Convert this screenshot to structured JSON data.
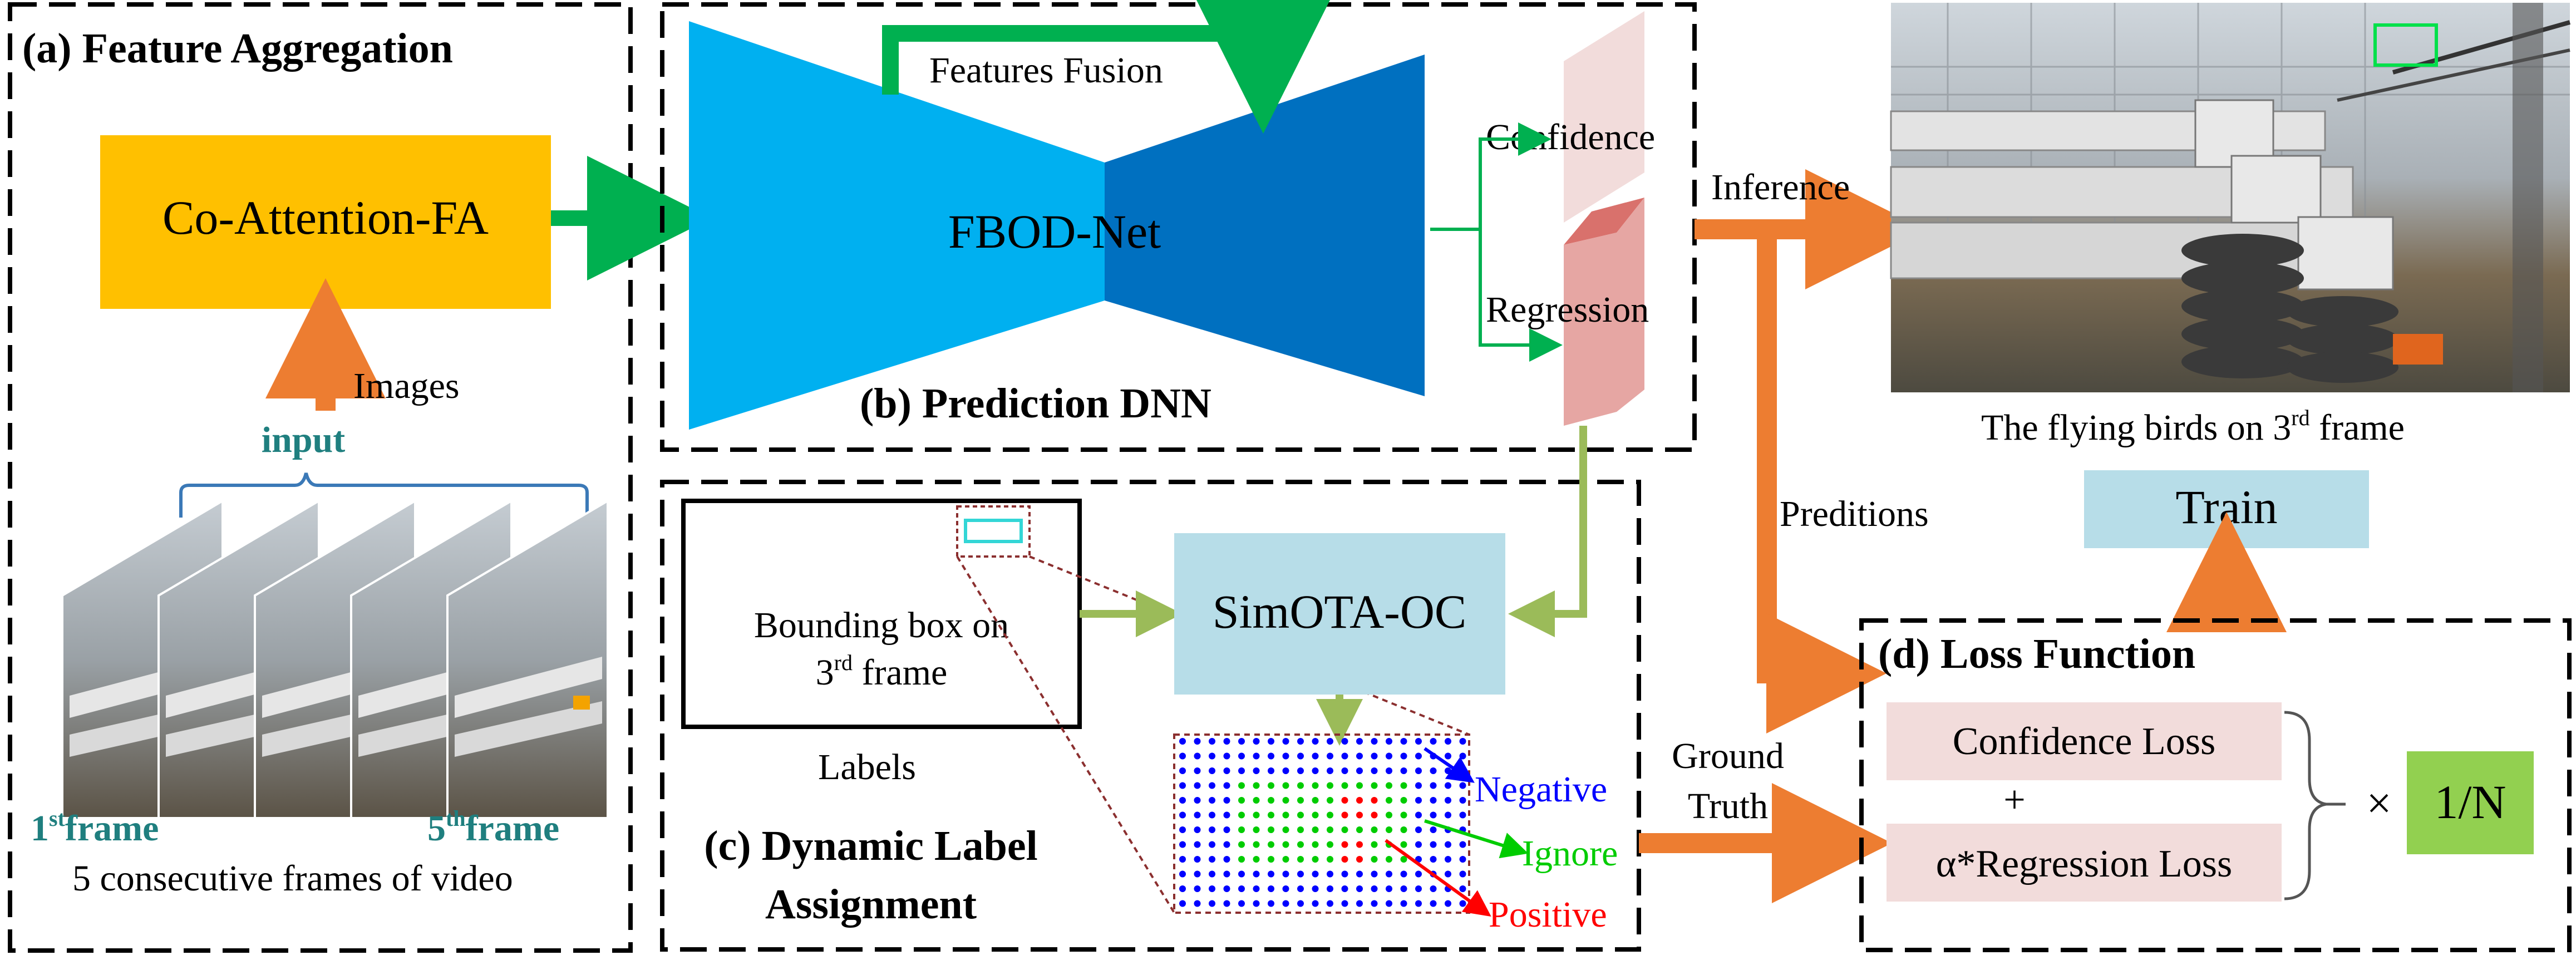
{
  "panels": {
    "a": {
      "title": "(a) Feature Aggregation"
    },
    "b": {
      "title": "(b) Prediction DNN"
    },
    "c": {
      "title_line1": "(c) Dynamic Label",
      "title_line2": "Assignment"
    },
    "d": {
      "title": "(d) Loss Function"
    }
  },
  "boxes": {
    "co_attention": "Co-Attention-FA",
    "fbod_net": "FBOD-Net",
    "simota": "SimOTA-OC",
    "train": "Train",
    "confidence_loss": "Confidence Loss",
    "regression_loss": "α*Regression Loss",
    "one_over_n": "1/N"
  },
  "labels": {
    "images": "Images",
    "input": "input",
    "first_frame_num": "1",
    "first_frame_sup": "st",
    "first_frame_word": "frame",
    "fifth_frame_num": "5",
    "fifth_frame_sup": "th",
    "fifth_frame_word": "frame",
    "consecutive": "5 consecutive frames of video",
    "features_fusion": "Features Fusion",
    "confidence": "Confidence",
    "regression": "Regression",
    "inference": "Inference",
    "predictions": "Preditions",
    "bbox_line1": "Bounding box on",
    "bbox_line2_num": "3",
    "bbox_line2_sup": "rd",
    "bbox_line2_word": " frame",
    "labels": "Labels",
    "ground_truth_1": "Ground",
    "ground_truth_2": "Truth",
    "negative": "Negative",
    "ignore": "Ignore",
    "positive": "Positive",
    "plus": "+",
    "times": "×",
    "caption_prefix": "The flying birds on 3",
    "caption_sup": "rd",
    "caption_suffix": " frame"
  },
  "colors": {
    "co_attention_fill": "#FFC000",
    "fbod_light": "#00B0F0",
    "fbod_dark": "#0070C0",
    "green_arrow": "#00B050",
    "orange_arrow": "#ED7D31",
    "olive_arrow": "#9BBB59",
    "light_blue_box": "#B7DDE8",
    "pink_box": "#F2DCDB",
    "green_box": "#92D050",
    "teal_text": "#1F7F7F",
    "negative": "#0000FF",
    "ignore": "#00CC00",
    "positive": "#FF0000"
  }
}
